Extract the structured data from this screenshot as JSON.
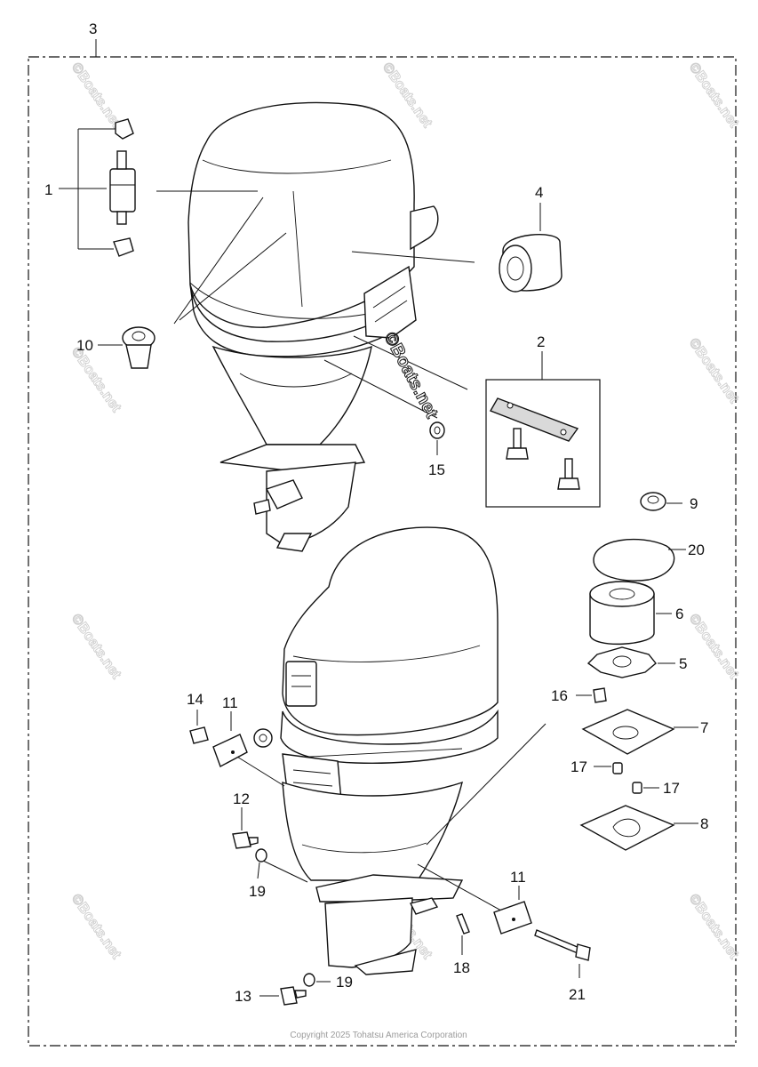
{
  "diagram": {
    "callouts": [
      {
        "id": "c3",
        "label": "3"
      },
      {
        "id": "c1",
        "label": "1"
      },
      {
        "id": "c4",
        "label": "4"
      },
      {
        "id": "c10",
        "label": "10"
      },
      {
        "id": "c2",
        "label": "2"
      },
      {
        "id": "c15",
        "label": "15"
      },
      {
        "id": "c9",
        "label": "9"
      },
      {
        "id": "c20",
        "label": "20"
      },
      {
        "id": "c6",
        "label": "6"
      },
      {
        "id": "c5",
        "label": "5"
      },
      {
        "id": "c14",
        "label": "14"
      },
      {
        "id": "c11a",
        "label": "11"
      },
      {
        "id": "c16",
        "label": "16"
      },
      {
        "id": "c7",
        "label": "7"
      },
      {
        "id": "c17a",
        "label": "17"
      },
      {
        "id": "c17b",
        "label": "17"
      },
      {
        "id": "c12",
        "label": "12"
      },
      {
        "id": "c8",
        "label": "8"
      },
      {
        "id": "c19a",
        "label": "19"
      },
      {
        "id": "c11b",
        "label": "11"
      },
      {
        "id": "c18",
        "label": "18"
      },
      {
        "id": "c21",
        "label": "21"
      },
      {
        "id": "c13",
        "label": "13"
      },
      {
        "id": "c19b",
        "label": "19"
      }
    ],
    "watermark_text": "©Boats.net",
    "copyright": "Copyright 2025 Tohatsu America Corporation"
  },
  "colors": {
    "line": "#111111",
    "watermark": "#cfcfcf",
    "copyright": "#9a9a9a",
    "background": "#ffffff"
  }
}
